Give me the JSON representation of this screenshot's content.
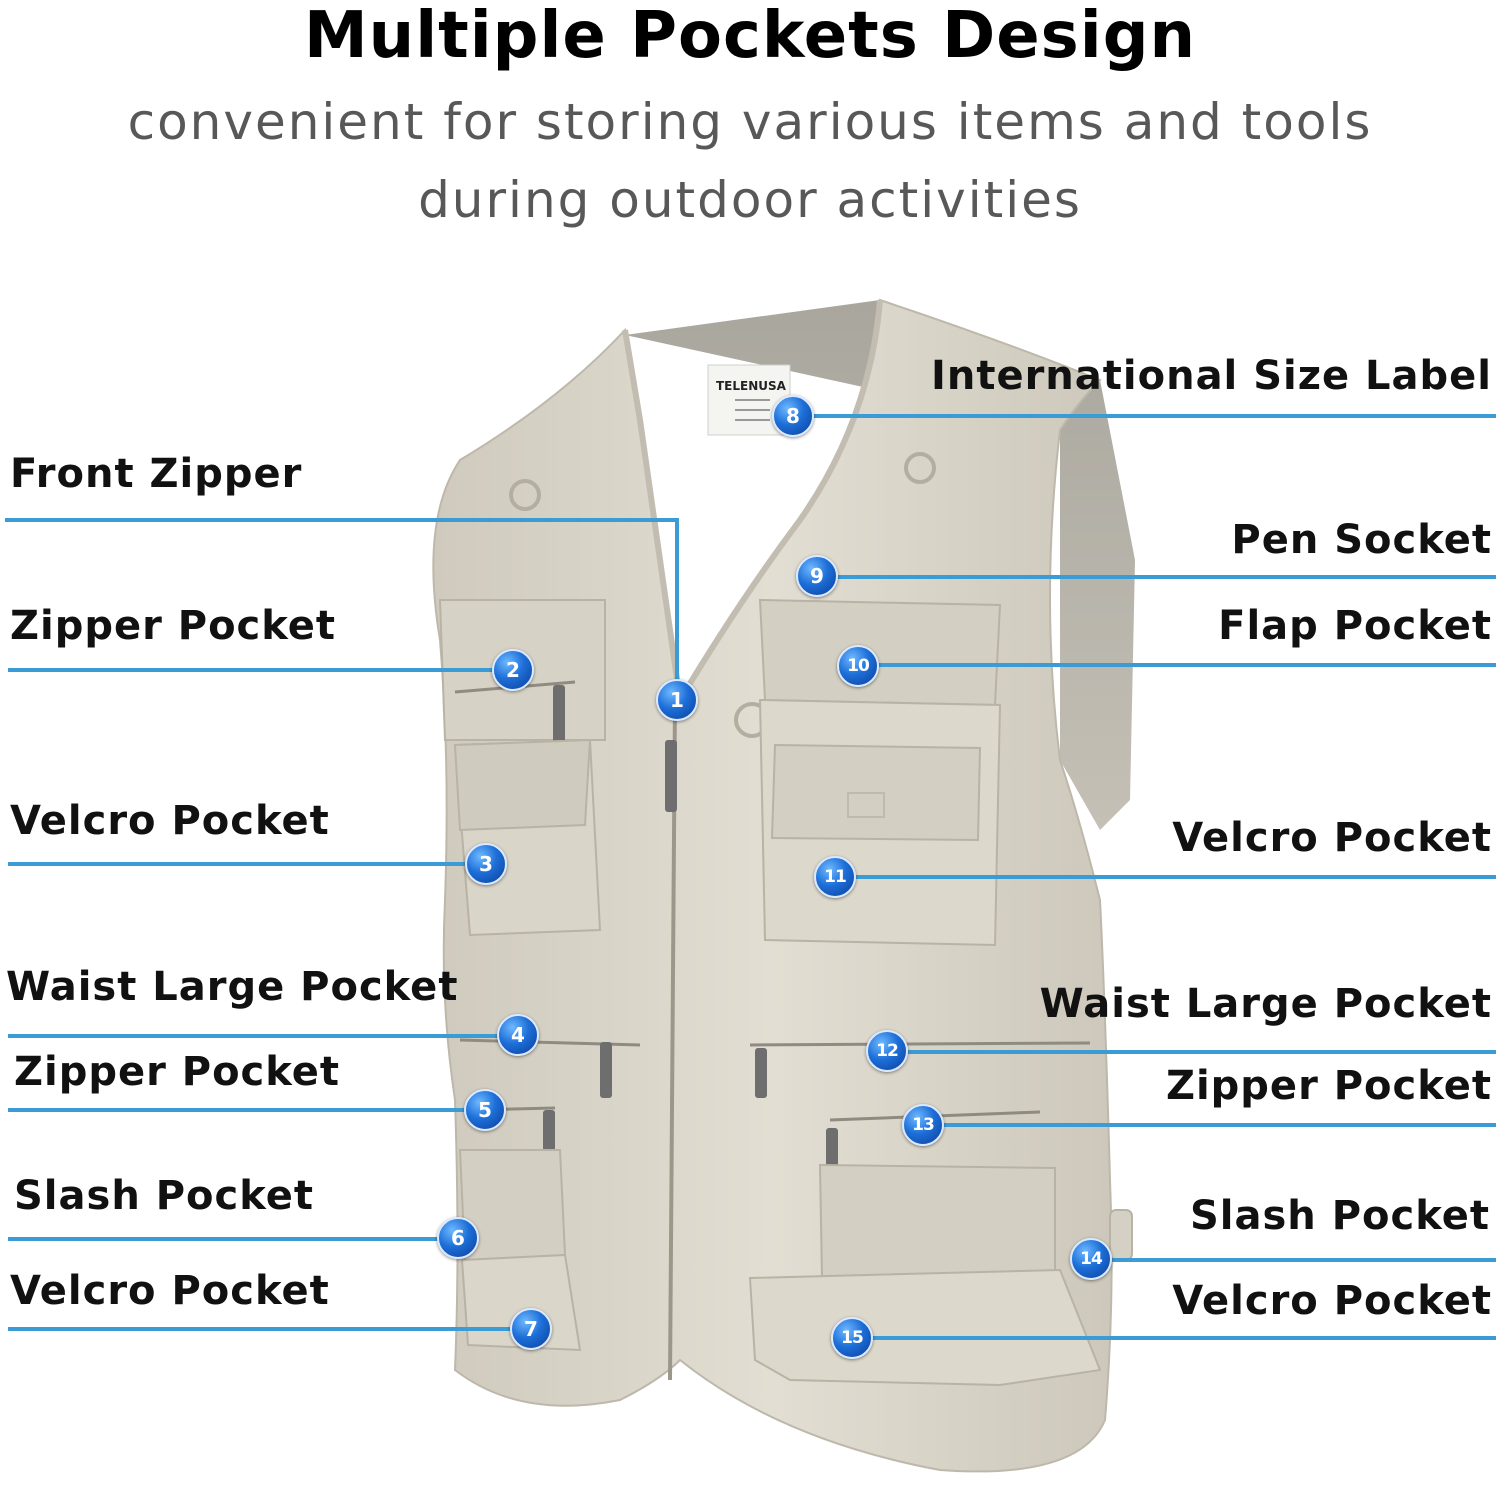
{
  "header": {
    "title": "Multiple Pockets Design",
    "subtitle_line1": "convenient for storing various items and tools",
    "subtitle_line2": "during outdoor activities"
  },
  "brand_label": "TELENUSA",
  "colors": {
    "accent_line": "#3a9bd5",
    "badge": "#1d6fd8",
    "vest": "#dcd8cc"
  },
  "callouts": [
    {
      "number": "1",
      "label": "Front Zipper"
    },
    {
      "number": "2",
      "label": "Zipper Pocket"
    },
    {
      "number": "3",
      "label": "Velcro Pocket"
    },
    {
      "number": "4",
      "label": "Waist Large Pocket"
    },
    {
      "number": "5",
      "label": "Zipper Pocket"
    },
    {
      "number": "6",
      "label": "Slash Pocket"
    },
    {
      "number": "7",
      "label": "Velcro Pocket"
    },
    {
      "number": "8",
      "label": "International Size Label"
    },
    {
      "number": "9",
      "label": "Pen Socket"
    },
    {
      "number": "10",
      "label": "Flap Pocket"
    },
    {
      "number": "11",
      "label": "Velcro Pocket"
    },
    {
      "number": "12",
      "label": "Waist Large Pocket"
    },
    {
      "number": "13",
      "label": "Zipper Pocket"
    },
    {
      "number": "14",
      "label": "Slash Pocket"
    },
    {
      "number": "15",
      "label": "Velcro Pocket"
    }
  ]
}
